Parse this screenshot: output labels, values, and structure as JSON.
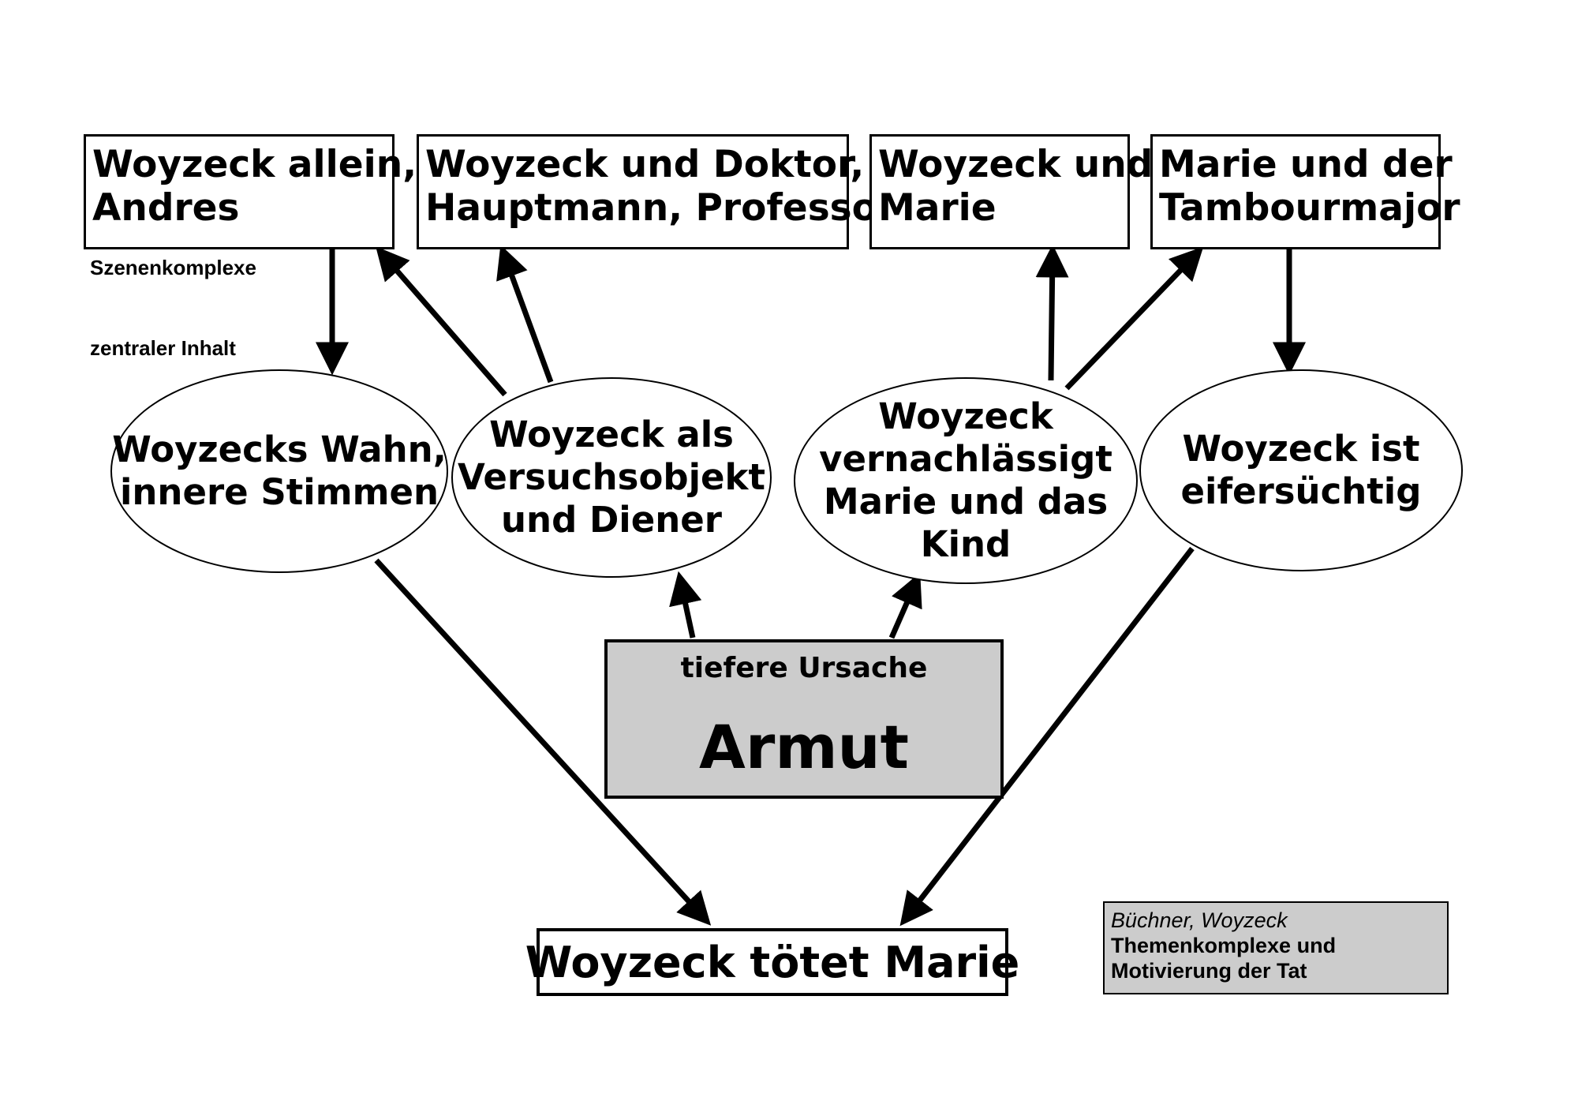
{
  "scenes": [
    {
      "line1": "Woyzeck allein,",
      "line2": "Andres"
    },
    {
      "line1": "Woyzeck und Doktor,",
      "line2": "Hauptmann, Professor"
    },
    {
      "line1": "Woyzeck und",
      "line2": "Marie"
    },
    {
      "line1": "Marie und der",
      "line2": "Tambourmajor"
    }
  ],
  "labels": {
    "scene_complexes": "Szenenkomplexe",
    "central_content": "zentraler Inhalt"
  },
  "contents": [
    {
      "lines": [
        "Woyzecks Wahn,",
        "innere Stimmen"
      ]
    },
    {
      "lines": [
        "Woyzeck als",
        "Versuchsobjekt",
        "und Diener"
      ]
    },
    {
      "lines": [
        "Woyzeck",
        "vernachlässigt",
        "Marie und das",
        "Kind"
      ]
    },
    {
      "lines": [
        "Woyzeck ist",
        "eifersüchtig"
      ]
    }
  ],
  "cause": {
    "label": "tiefere Ursache",
    "main": "Armut"
  },
  "result": "Woyzeck tötet Marie",
  "info": {
    "author_work": "Büchner, Woyzeck",
    "line1": "Themenkomplexe und",
    "line2": "Motivierung der Tat"
  }
}
